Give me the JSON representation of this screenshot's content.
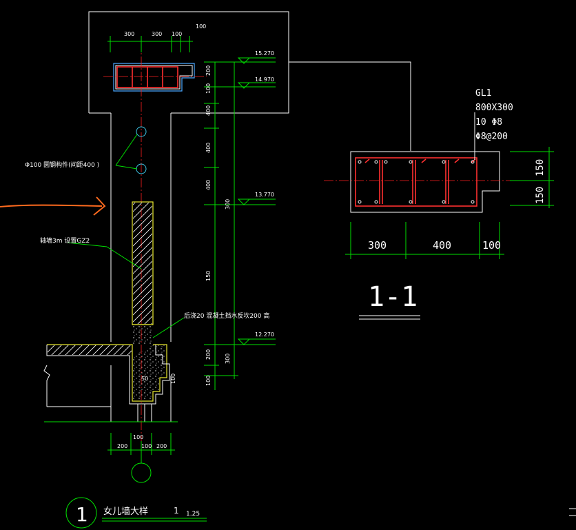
{
  "detail": {
    "number": "1",
    "title": "女儿墙大样",
    "scale_1": "1",
    "scale_2": "1.25"
  },
  "section": {
    "title": "1-1",
    "beam_label": "GL1",
    "beam_size": "800X300",
    "main_bars": "10 Φ8",
    "stirrups": "Φ8@200",
    "dims_horizontal": [
      "300",
      "400",
      "100"
    ],
    "dims_vertical": [
      "150",
      "150"
    ]
  },
  "elevations": [
    "15.270",
    "14.970",
    "13.770",
    "12.270"
  ],
  "top_dims": [
    "300",
    "300",
    "100",
    "100"
  ],
  "bottom_dims": [
    "200",
    "100",
    "100",
    "200"
  ],
  "side_dims": [
    "200",
    "100",
    "400",
    "400",
    "400",
    "300",
    "150",
    "200",
    "300",
    "100"
  ],
  "detail_dims": [
    "50",
    "100"
  ],
  "notes": {
    "pipe": "Φ100  圆钢构件(间距400 )",
    "wall": "轴墙3m 设置GZ2",
    "concrete": "后浇20  混凝土挡水反坎200  高"
  }
}
